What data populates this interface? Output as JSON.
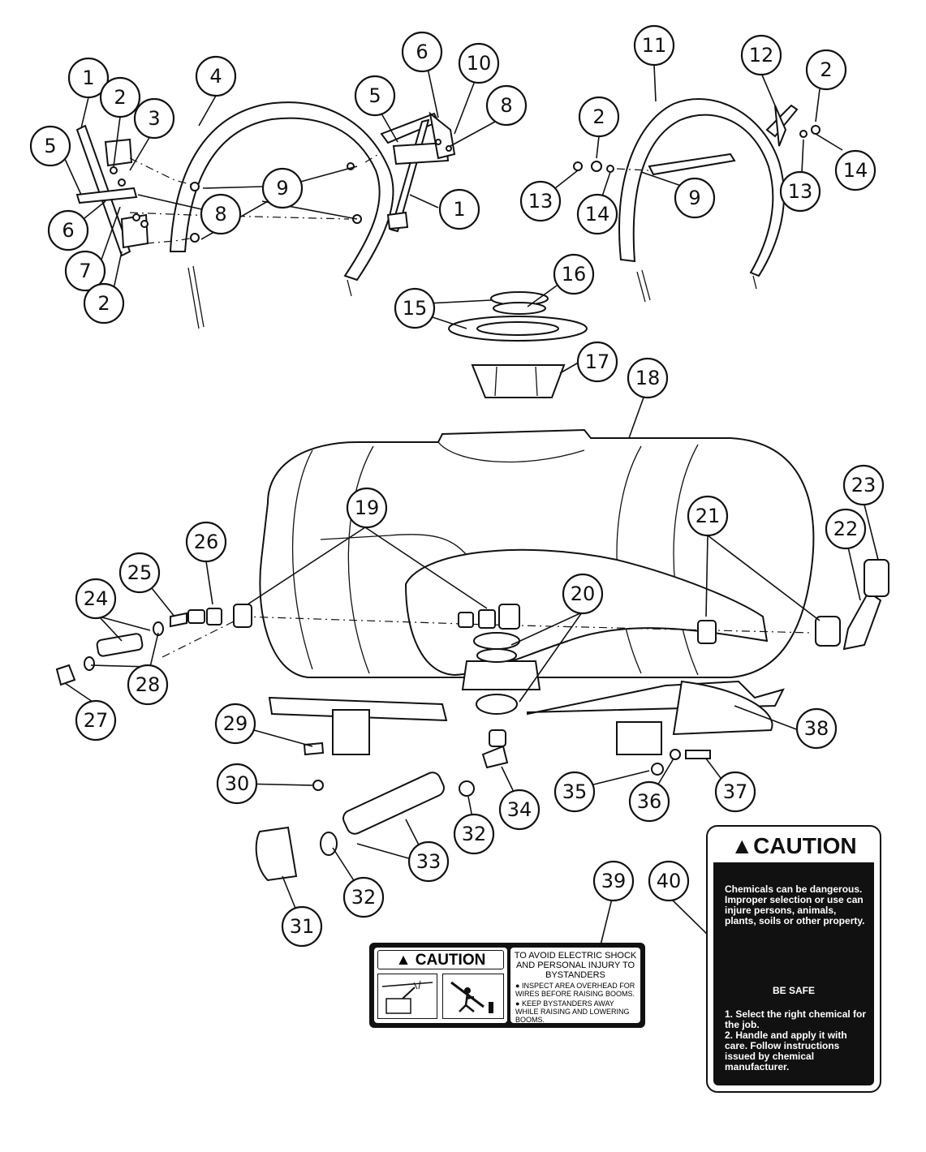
{
  "callouts": [
    {
      "id": "c1a",
      "label": "1"
    },
    {
      "id": "c2a",
      "label": "2"
    },
    {
      "id": "c3",
      "label": "3"
    },
    {
      "id": "c4",
      "label": "4"
    },
    {
      "id": "c5a",
      "label": "5"
    },
    {
      "id": "c6a",
      "label": "6"
    },
    {
      "id": "c7",
      "label": "7"
    },
    {
      "id": "c2b",
      "label": "2"
    },
    {
      "id": "c8a",
      "label": "8"
    },
    {
      "id": "c9a",
      "label": "9"
    },
    {
      "id": "c6b",
      "label": "6"
    },
    {
      "id": "c10",
      "label": "10"
    },
    {
      "id": "c5b",
      "label": "5"
    },
    {
      "id": "c8b",
      "label": "8"
    },
    {
      "id": "c1b",
      "label": "1"
    },
    {
      "id": "c11",
      "label": "11"
    },
    {
      "id": "c12",
      "label": "12"
    },
    {
      "id": "c2c",
      "label": "2"
    },
    {
      "id": "c2d",
      "label": "2"
    },
    {
      "id": "c13a",
      "label": "13"
    },
    {
      "id": "c14a",
      "label": "14"
    },
    {
      "id": "c9b",
      "label": "9"
    },
    {
      "id": "c13b",
      "label": "13"
    },
    {
      "id": "c14b",
      "label": "14"
    },
    {
      "id": "c15",
      "label": "15"
    },
    {
      "id": "c16",
      "label": "16"
    },
    {
      "id": "c17",
      "label": "17"
    },
    {
      "id": "c18",
      "label": "18"
    },
    {
      "id": "c19",
      "label": "19"
    },
    {
      "id": "c20",
      "label": "20"
    },
    {
      "id": "c21",
      "label": "21"
    },
    {
      "id": "c22",
      "label": "22"
    },
    {
      "id": "c23",
      "label": "23"
    },
    {
      "id": "c24",
      "label": "24"
    },
    {
      "id": "c25",
      "label": "25"
    },
    {
      "id": "c26",
      "label": "26"
    },
    {
      "id": "c27",
      "label": "27"
    },
    {
      "id": "c28",
      "label": "28"
    },
    {
      "id": "c29",
      "label": "29"
    },
    {
      "id": "c30",
      "label": "30"
    },
    {
      "id": "c31",
      "label": "31"
    },
    {
      "id": "c32a",
      "label": "32"
    },
    {
      "id": "c32b",
      "label": "32"
    },
    {
      "id": "c33",
      "label": "33"
    },
    {
      "id": "c34",
      "label": "34"
    },
    {
      "id": "c35",
      "label": "35"
    },
    {
      "id": "c36",
      "label": "36"
    },
    {
      "id": "c37",
      "label": "37"
    },
    {
      "id": "c38",
      "label": "38"
    },
    {
      "id": "c39",
      "label": "39"
    },
    {
      "id": "c40",
      "label": "40"
    }
  ],
  "decal_39": {
    "caution": "CAUTION",
    "title": "TO AVOID ELECTRIC SHOCK AND PERSONAL INJURY TO BYSTANDERS",
    "bullets": [
      "INSPECT AREA OVERHEAD FOR WIRES BEFORE RAISING BOOMS.",
      "KEEP BYSTANDERS AWAY WHILE RAISING AND LOWERING BOOMS."
    ]
  },
  "decal_40": {
    "caution": "CAUTION",
    "warning": "Chemicals can be dangerous. Improper selection or use can injure persons, animals, plants, soils or other property.",
    "be_safe": "BE SAFE",
    "steps": [
      "1. Select the right chemical for the job.",
      "2. Handle and apply it with care. Follow instructions issued by chemical manufacturer."
    ]
  }
}
